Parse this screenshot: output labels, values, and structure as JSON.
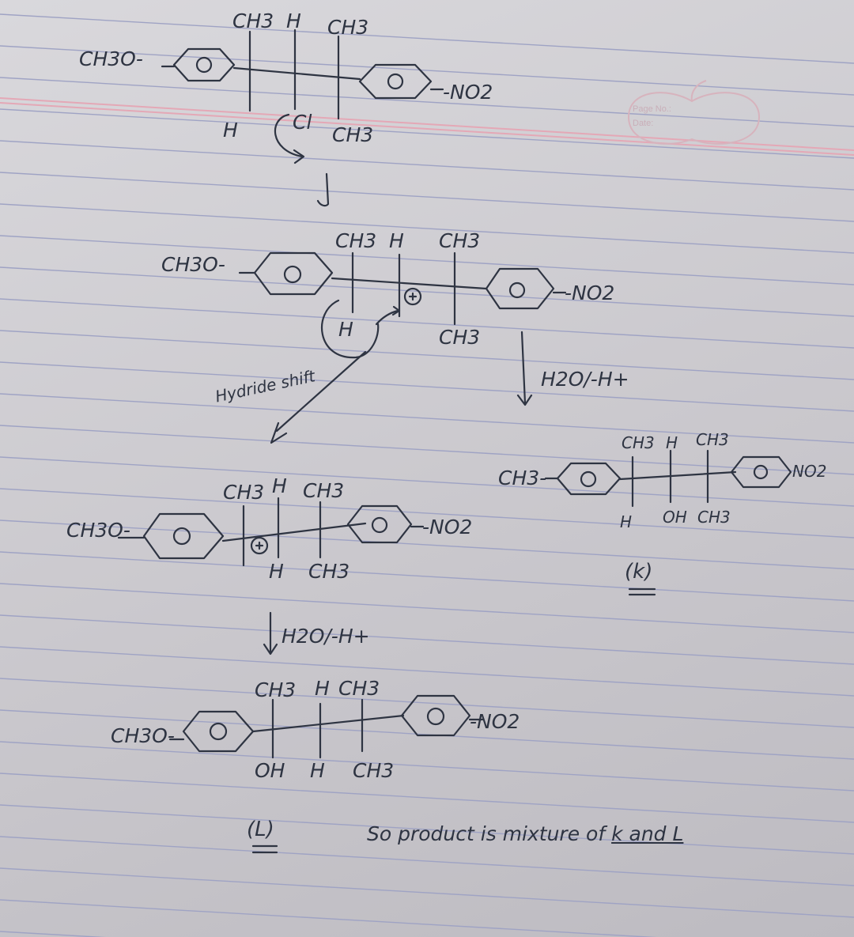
{
  "scheme": {
    "reactant": {
      "left_group": "CH3O-",
      "right_group": "-NO2",
      "top": [
        "CH3",
        "H",
        "CH3"
      ],
      "bottom": [
        "H",
        "Cl",
        "CH3"
      ],
      "ring_label": "O"
    },
    "carbocation": {
      "left_group": "CH3O-",
      "right_group": "-NO2",
      "top": [
        "CH3",
        "H",
        "CH3"
      ],
      "bottom": [
        "H",
        "CH3"
      ],
      "charge": "+",
      "ring_label": "O"
    },
    "shift_note": "Hydride shift",
    "reagent": "H2O/-H+",
    "shifted_cation": {
      "left_group": "CH3O-",
      "right_group": "-NO2",
      "top": [
        "CH3",
        "H",
        "CH3"
      ],
      "bottom": [
        "H",
        "CH3"
      ],
      "charge": "+",
      "ring_label": "O"
    },
    "product_k": {
      "left_group": "CH3-",
      "right_group": "NO2",
      "top": [
        "CH3",
        "H",
        "CH3"
      ],
      "bottom": [
        "H",
        "OH",
        "CH3"
      ],
      "label": "(k)",
      "ring_label": "O"
    },
    "product_l": {
      "left_group": "CH3O-",
      "right_group": "-NO2",
      "top": [
        "CH3",
        "H",
        "CH3"
      ],
      "bottom": [
        "OH",
        "H",
        "CH3"
      ],
      "label": "(L)",
      "ring_label": "O"
    },
    "conclusion": {
      "text": "So product is mixture of",
      "highlight": "k and L"
    }
  },
  "page_stamp": {
    "page_no": "Page No.:",
    "date": "Date:"
  },
  "colors": {
    "ink": "#2e3442",
    "rule": "#9fa3c4",
    "margin": "#e4a8b6",
    "paper": "#d4d3d7"
  }
}
